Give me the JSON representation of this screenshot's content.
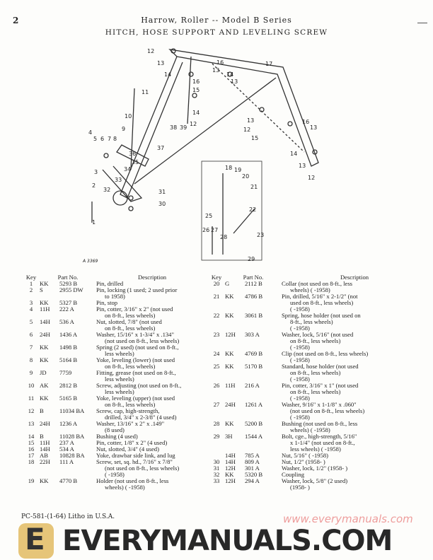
{
  "header": {
    "page_number": "2",
    "title": "Harrow, Roller -- Model B Series",
    "section_title": "HITCH, HOSE SUPPORT AND LEVELING SCREW"
  },
  "diagram": {
    "figure_id": "A 3369",
    "callouts": [
      "12",
      "13",
      "14",
      "15",
      "16",
      "13",
      "17",
      "14",
      "13",
      "16",
      "14",
      "12",
      "13",
      "12",
      "15",
      "16",
      "13",
      "14",
      "13",
      "12",
      "11",
      "10",
      "9",
      "8",
      "7",
      "6",
      "5",
      "4",
      "36",
      "37",
      "35",
      "38",
      "39",
      "34",
      "3",
      "33",
      "32",
      "2",
      "31",
      "30",
      "1",
      "18",
      "19",
      "20",
      "21",
      "22",
      "23",
      "25",
      "26",
      "27",
      "28",
      "29"
    ]
  },
  "columns": {
    "key": "Key",
    "part_no": "Part No.",
    "description": "Description"
  },
  "parts_left": [
    {
      "key": "1",
      "prefix": "KK",
      "number": "5293 B",
      "desc": [
        "Pin, drilled"
      ]
    },
    {
      "key": "2",
      "prefix": "S",
      "number": "2955 DW",
      "desc": [
        "Pin, locking (1 used; 2 used prior",
        "to 1958)"
      ]
    },
    {
      "key": "3",
      "prefix": "KK",
      "number": "5327 B",
      "desc": [
        "Pin, stop"
      ]
    },
    {
      "key": "4",
      "prefix": "11H",
      "number": "222 A",
      "desc": [
        "Pin, cotter, 3/16\" x 2\" (not used",
        "on 8-ft., less wheels)"
      ]
    },
    {
      "key": "5",
      "prefix": "14H",
      "number": "536 A",
      "desc": [
        "Nut, slotted, 7/8\" (not used",
        "on 8-ft., less wheels)"
      ]
    },
    {
      "key": "6",
      "prefix": "24H",
      "number": "1436 A",
      "desc": [
        "Washer, 15/16\" x 1-3/4\" x .134\"",
        "(not used on 8-ft., less wheels)"
      ]
    },
    {
      "key": "7",
      "prefix": "KK",
      "number": "1498 B",
      "desc": [
        "Spring (2 used) (not used on 8-ft.,",
        "less wheels)"
      ]
    },
    {
      "key": "8",
      "prefix": "KK",
      "number": "5164 B",
      "desc": [
        "Yoke, leveling (lower) (not used",
        "on 8-ft., less wheels)"
      ]
    },
    {
      "key": "9",
      "prefix": "JD",
      "number": "7759",
      "desc": [
        "Fitting, grease (not used on 8-ft.,",
        "less wheels)"
      ]
    },
    {
      "key": "10",
      "prefix": "AK",
      "number": "2812 B",
      "desc": [
        "Screw, adjusting (not used on 8-ft.,",
        "less wheels)"
      ]
    },
    {
      "key": "11",
      "prefix": "KK",
      "number": "5165 B",
      "desc": [
        "Yoke, leveling (upper) (not used",
        "on 8-ft., less wheels)"
      ]
    },
    {
      "key": "12",
      "prefix": "B",
      "number": "11034 BA",
      "desc": [
        "Screw, cap, high-strength,",
        "drilled, 3/4\" x 2-3/8\" (4 used)"
      ]
    },
    {
      "key": "13",
      "prefix": "24H",
      "number": "1236 A",
      "desc": [
        "Washer, 13/16\" x 2\" x .149\"",
        "(8 used)"
      ]
    },
    {
      "key": "14",
      "prefix": "B",
      "number": "11028 BA",
      "desc": [
        "Bushing (4 used)"
      ]
    },
    {
      "key": "15",
      "prefix": "11H",
      "number": "237 A",
      "desc": [
        "Pin, cotter, 1/8\" x 2\" (4 used)"
      ]
    },
    {
      "key": "16",
      "prefix": "14H",
      "number": "534 A",
      "desc": [
        "Nut, slotted, 3/4\" (4 used)"
      ]
    },
    {
      "key": "17",
      "prefix": "AB",
      "number": "10828 BA",
      "desc": [
        "Yoke, drawbar side link, and lug"
      ]
    },
    {
      "key": "18",
      "prefix": "22H",
      "number": "111 A",
      "desc": [
        "Screw, set, sq. hd., 7/16\" x 7/8\"",
        "(not used on 8-ft., less wheels)",
        "(      -1958)"
      ]
    },
    {
      "key": "19",
      "prefix": "KK",
      "number": "4770 B",
      "desc": [
        "Holder (not used on 8-ft., less",
        "wheels) (      -1958)"
      ]
    }
  ],
  "parts_right": [
    {
      "key": "20",
      "prefix": "G",
      "number": "2112 B",
      "desc": [
        "Collar (not used on 8-ft., less",
        "wheels) (      -1958)"
      ]
    },
    {
      "key": "21",
      "prefix": "KK",
      "number": "4786 B",
      "desc": [
        "Pin, drilled, 5/16\" x 2-1/2\" (not",
        "used on 8-ft., less wheels)",
        "(      -1958)"
      ]
    },
    {
      "key": "22",
      "prefix": "KK",
      "number": "3061 B",
      "desc": [
        "Spring, hose holder (not used on",
        "8-ft., less wheels)",
        "(      -1958)"
      ]
    },
    {
      "key": "23",
      "prefix": "12H",
      "number": "303 A",
      "desc": [
        "Washer, lock, 5/16\" (not used",
        "on 8-ft., less wheels)",
        "(      -1958)"
      ]
    },
    {
      "key": "24",
      "prefix": "KK",
      "number": "4769 B",
      "desc": [
        "Clip (not used on 8-ft., less wheels)",
        "(      -1958)"
      ]
    },
    {
      "key": "25",
      "prefix": "KK",
      "number": "5170 B",
      "desc": [
        "Standard, hose holder (not used",
        "on 8-ft., less wheels)",
        "(      -1958)"
      ]
    },
    {
      "key": "26",
      "prefix": "11H",
      "number": "216 A",
      "desc": [
        "Pin, cotter, 3/16\" x 1\" (not used",
        "on 8-ft., less wheels)",
        "(      -1958)"
      ]
    },
    {
      "key": "27",
      "prefix": "24H",
      "number": "1261 A",
      "desc": [
        "Washer, 9/16\" x 1-1/8\" x .060\"",
        "(not used on 8-ft., less wheels)",
        "(      -1958)"
      ]
    },
    {
      "key": "28",
      "prefix": "KK",
      "number": "5200 B",
      "desc": [
        "Bushing (not used on 8-ft., less",
        "wheels) (      -1958)"
      ]
    },
    {
      "key": "29",
      "prefix": "3H",
      "number": "1544 A",
      "desc": [
        "Bolt, cge., high-strength, 5/16\"",
        "x 1-1/4\" (not used on 8-ft.,",
        "less wheels) (      -1958)"
      ]
    },
    {
      "key": "",
      "prefix": "14H",
      "number": "785 A",
      "desc": [
        "Nut, 5/16\" (      -1958)"
      ]
    },
    {
      "key": "30",
      "prefix": "14H",
      "number": "809 A",
      "desc": [
        "Nut, 1/2\" (1958-      )"
      ]
    },
    {
      "key": "31",
      "prefix": "12H",
      "number": "301 A",
      "desc": [
        "Washer, lock, 1/2\" (1958-      )"
      ]
    },
    {
      "key": "32",
      "prefix": "KK",
      "number": "5320 B",
      "desc": [
        "Coupling"
      ]
    },
    {
      "key": "33",
      "prefix": "12H",
      "number": "294 A",
      "desc": [
        "Washer, lock, 5/8\" (2 used)",
        "(1958-      )"
      ]
    }
  ],
  "footer": {
    "text": "PC-581-(1-64)  Litho in U.S.A."
  },
  "watermark": {
    "text": "EVERYMANUALS.COM",
    "url_text": "www.everymanuals.com",
    "logo_letter": "E",
    "logo_color": "#dcaf46"
  }
}
